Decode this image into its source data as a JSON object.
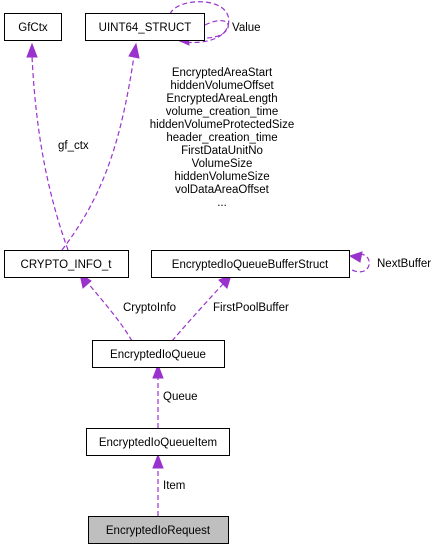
{
  "nodes": {
    "gfctx": "GfCtx",
    "uint64": "UINT64_STRUCT",
    "crypto_info": "CRYPTO_INFO_t",
    "buffer_struct": "EncryptedIoQueueBufferStruct",
    "queue": "EncryptedIoQueue",
    "queue_item": "EncryptedIoQueueItem",
    "request": "EncryptedIoRequest"
  },
  "edge_labels": {
    "value": "Value",
    "gf_ctx": "gf_ctx",
    "uint64_members": [
      "EncryptedAreaStart",
      "hiddenVolumeOffset",
      "EncryptedAreaLength",
      "volume_creation_time",
      "hiddenVolumeProtectedSize",
      "header_creation_time",
      "FirstDataUnitNo",
      "VolumeSize",
      "hiddenVolumeSize",
      "volDataAreaOffset",
      "..."
    ],
    "next_buffer": "NextBuffer",
    "crypto_info": "CryptoInfo",
    "first_pool_buffer": "FirstPoolBuffer",
    "queue": "Queue",
    "item": "Item"
  },
  "colors": {
    "edge": "#9a32cd",
    "node_border": "#000000",
    "focus_node_fill": "#bfbfbf"
  }
}
